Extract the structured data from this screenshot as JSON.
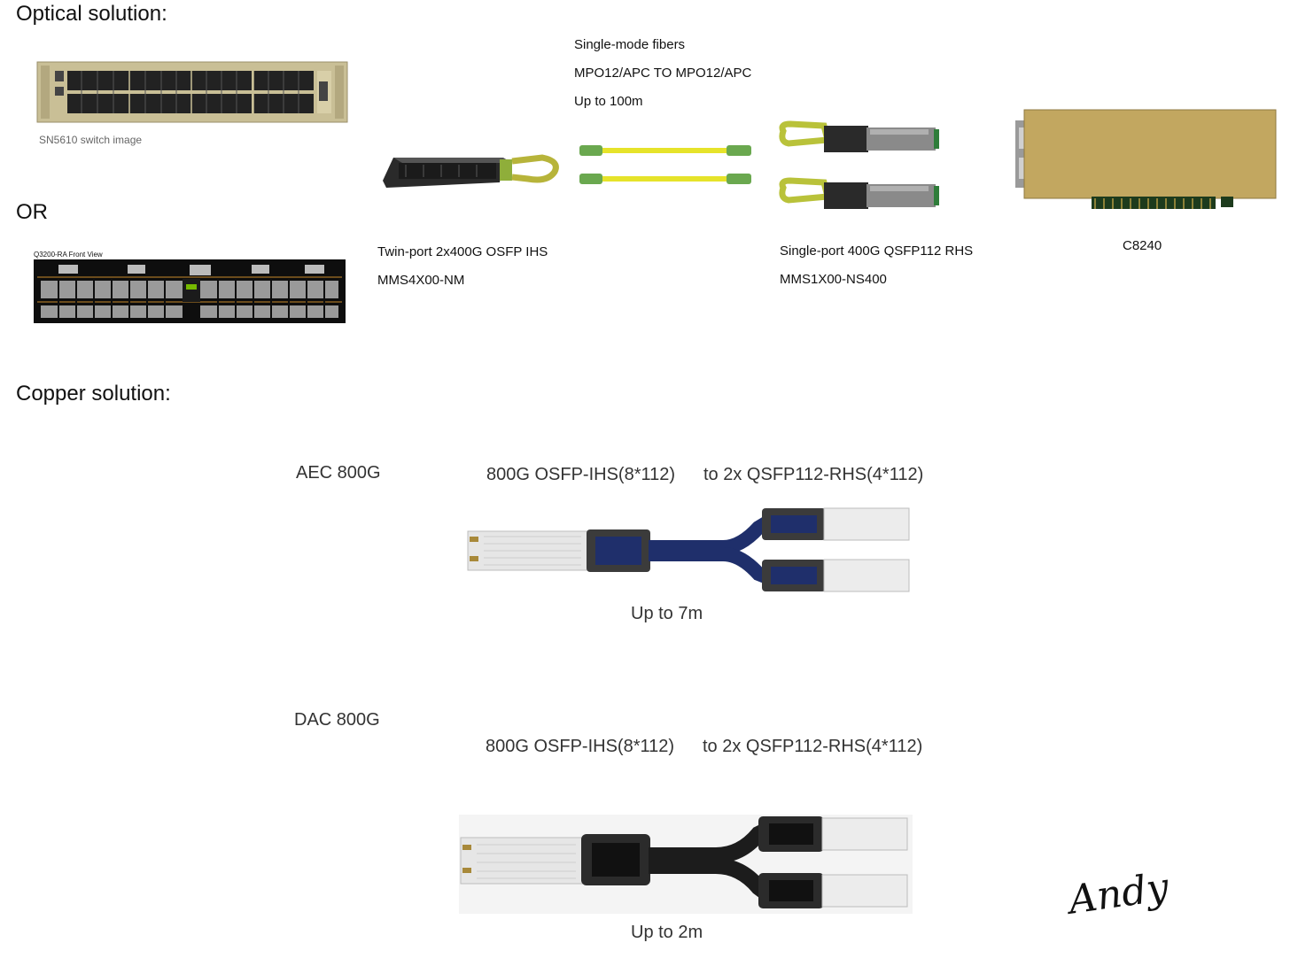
{
  "optical": {
    "heading": "Optical solution:",
    "or_label": "OR",
    "switch1_caption": "SN5610 switch image",
    "switch2_caption": "Q3200-RA Front View",
    "osfp": {
      "line1": "Twin-port 2x400G OSFP IHS",
      "line2": "MMS4X00-NM"
    },
    "fiber": {
      "line1": "Single-mode fibers",
      "line2": "MPO12/APC TO MPO12/APC",
      "line3": "Up to 100m"
    },
    "qsfp": {
      "line1": "Single-port 400G QSFP112 RHS",
      "line2": "MMS1X00-NS400"
    },
    "nic": {
      "label": "C8240"
    }
  },
  "copper": {
    "heading": "Copper solution:",
    "aec": {
      "title": "AEC 800G",
      "left": "800G OSFP-IHS(8*112)",
      "right": "to 2x QSFP112-RHS(4*112)",
      "reach": "Up to 7m",
      "cable_color": "#1f2f6b"
    },
    "dac": {
      "title": "DAC 800G",
      "left": "800G OSFP-IHS(8*112)",
      "right": "to 2x QSFP112-RHS(4*112)",
      "reach": "Up to 2m",
      "cable_color": "#1c1c1c"
    }
  },
  "signature": "Andy"
}
